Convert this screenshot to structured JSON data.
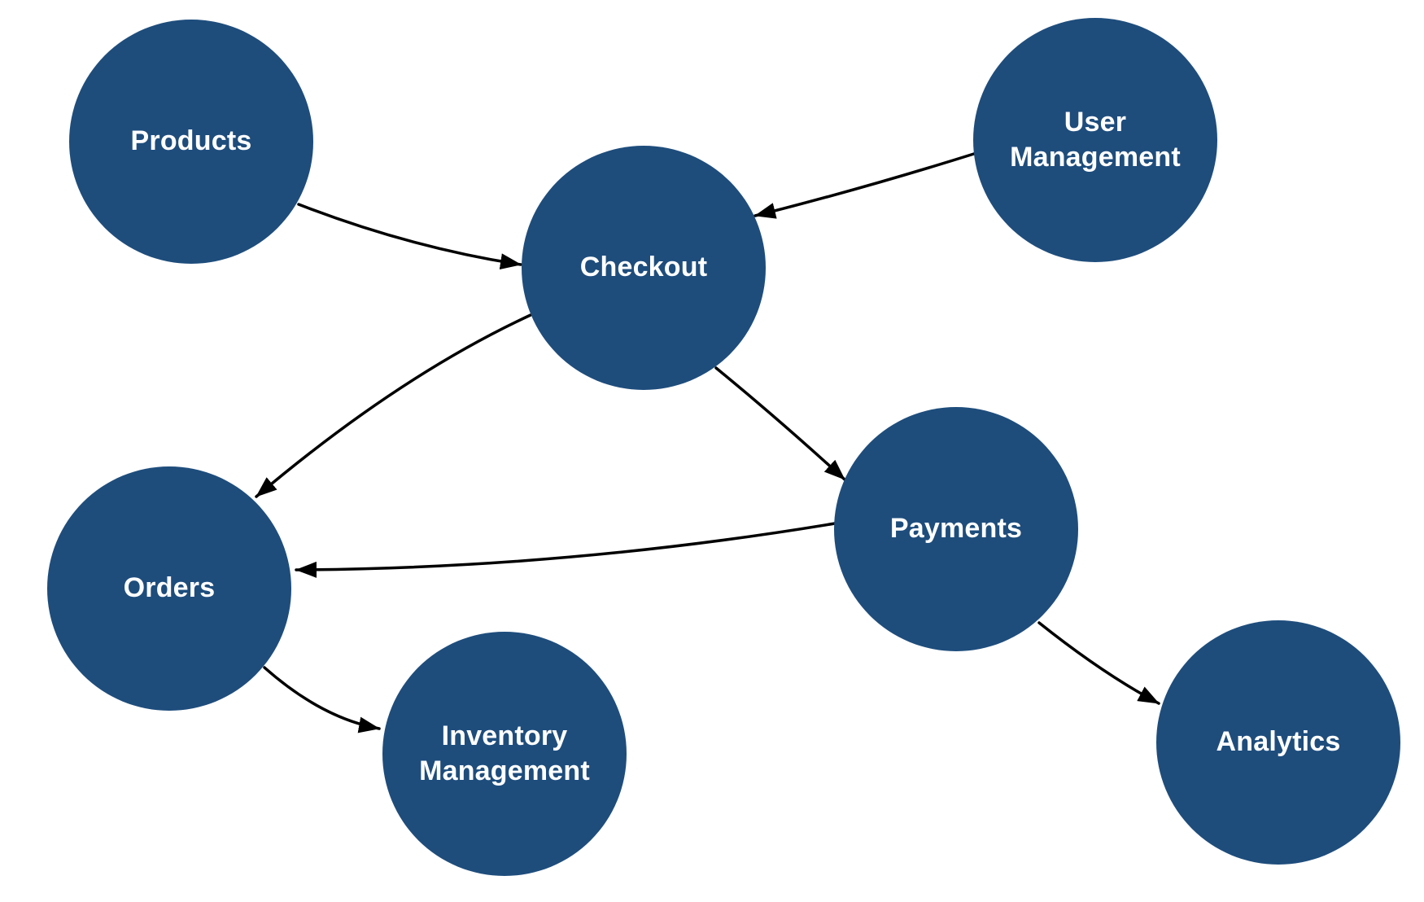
{
  "diagram": {
    "background_color": "#ffffff",
    "node_color": "#1e4d7c",
    "node_text_color": "#ffffff",
    "edge_color": "#000000",
    "nodes": [
      {
        "id": "products",
        "label": "Products"
      },
      {
        "id": "user_management",
        "label": "User Management"
      },
      {
        "id": "checkout",
        "label": "Checkout"
      },
      {
        "id": "payments",
        "label": "Payments"
      },
      {
        "id": "orders",
        "label": "Orders"
      },
      {
        "id": "inventory_management",
        "label": "Inventory Management"
      },
      {
        "id": "analytics",
        "label": "Analytics"
      }
    ],
    "edges": [
      {
        "from": "Products",
        "to": "Checkout"
      },
      {
        "from": "User Management",
        "to": "Checkout"
      },
      {
        "from": "Checkout",
        "to": "Orders"
      },
      {
        "from": "Checkout",
        "to": "Payments"
      },
      {
        "from": "Payments",
        "to": "Orders"
      },
      {
        "from": "Orders",
        "to": "Inventory Management"
      },
      {
        "from": "Payments",
        "to": "Analytics"
      }
    ]
  }
}
